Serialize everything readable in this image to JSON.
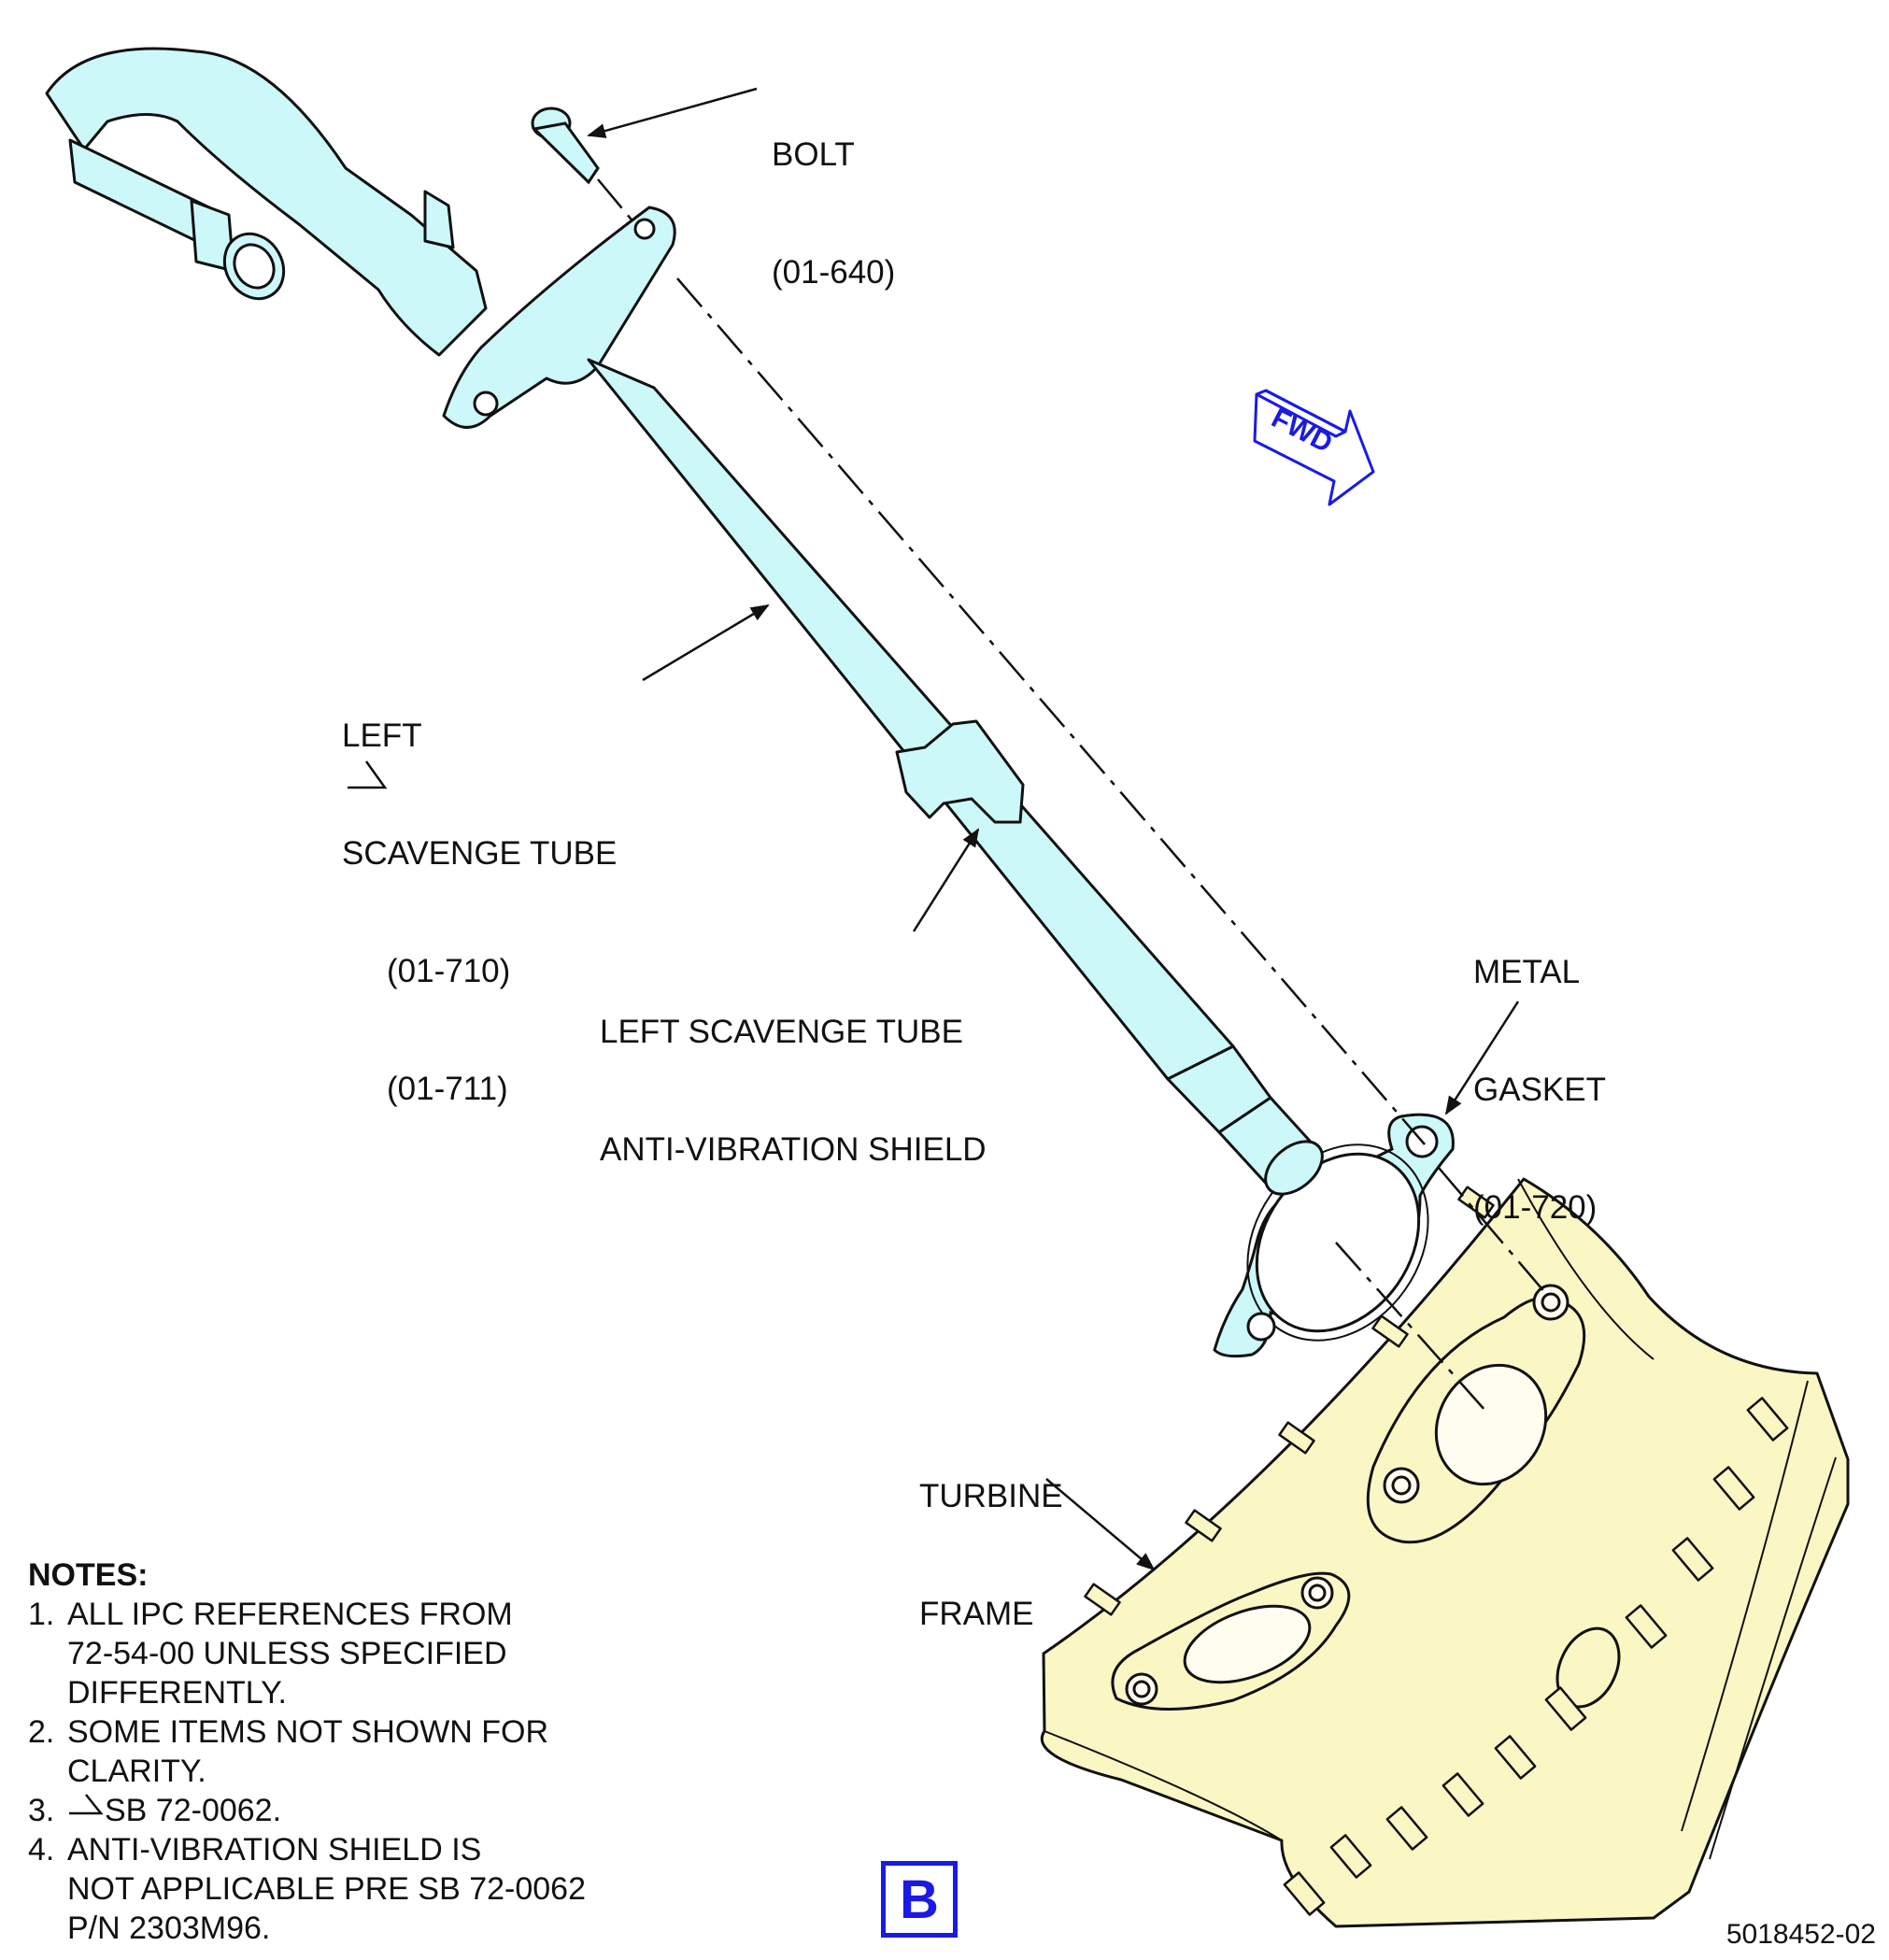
{
  "callouts": {
    "bolt": {
      "name": "BOLT",
      "ref": "(01-640)"
    },
    "left_tube": {
      "line1": "LEFT",
      "line2": "SCAVENGE TUBE",
      "ref1": "(01-710)",
      "ref2": "(01-711)"
    },
    "shield": {
      "line1": "LEFT SCAVENGE TUBE",
      "line2": "ANTI-VIBRATION SHIELD"
    },
    "gasket": {
      "line1": "METAL",
      "line2": "GASKET",
      "ref": "(01-720)"
    },
    "turbine": {
      "line1": "TURBINE",
      "line2": "FRAME"
    }
  },
  "fwd_label": "FWD",
  "view_label": "B",
  "figure_id": "5018452-02",
  "notes": {
    "title": "NOTES:",
    "items": [
      {
        "num": "1.",
        "text": "ALL IPC REFERENCES FROM\n72-54-00 UNLESS SPECIFIED\nDIFFERENTLY."
      },
      {
        "num": "2.",
        "text": "SOME ITEMS NOT SHOWN FOR\nCLARITY."
      },
      {
        "num": "3.",
        "text": "SB 72-0062."
      },
      {
        "num": "4.",
        "text": "ANTI-VIBRATION SHIELD IS\nNOT APPLICABLE PRE SB 72-0062\nP/N 2303M96."
      }
    ]
  },
  "colors": {
    "tube_fill": "#ccf8fa",
    "frame_fill": "#fbf7c4",
    "gasket_fill": "#ccf8fa",
    "line": "#111111",
    "accent_blue": "#1a1ae6"
  }
}
